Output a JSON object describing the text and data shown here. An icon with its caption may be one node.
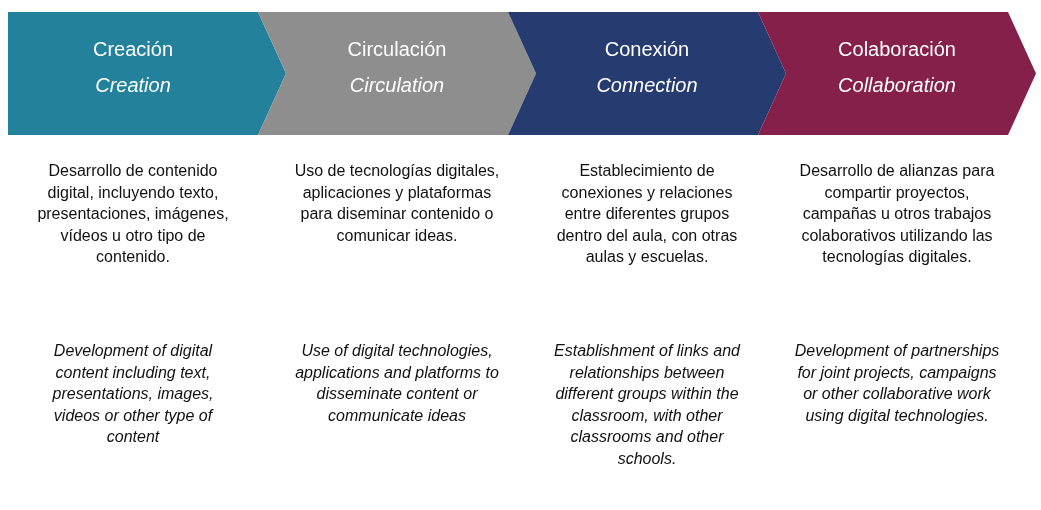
{
  "diagram": {
    "nodes": [
      {
        "text": [
          "Creación",
          "Creation"
        ],
        "beside": [
          "Desarrollo de contenido digital, incluyendo texto, presentaciones, imágenes, vídeos u otro tipo de contenido."
        ]
      },
      {
        "text": [
          "Circulación",
          "Circulation"
        ],
        "beside": [
          "Uso de tecnologías digitales, aplicaciones y plataformas para diseminar contenido o comunicar ideas."
        ]
      },
      {
        "text": [
          "Conexión",
          "Connection"
        ],
        "beside": [
          "Establecimiento de conexiones y relaciones entre diferentes grupos dentro del aula, con otras aulas y escuelas."
        ]
      },
      {
        "text": [
          "Colaboración",
          "Collaboration"
        ],
        "beside": [
          "Desarrollo de alianzas para compartir proyectos, campañas u otros trabajos colaborativos utilizando las tecnologías digitales."
        ]
      }
    ],
    "labels": [
      "Development of digital content including text, presentations, images, videos or other type of content",
      "Use of digital technologies, applications and platforms to disseminate content or communicate ideas",
      "Establishment of links and relationships between different groups within the classroom, with other classrooms and other schools.",
      "Development of partnerships for joint projects, campaigns or other collaborative work using digital technologies."
    ]
  }
}
